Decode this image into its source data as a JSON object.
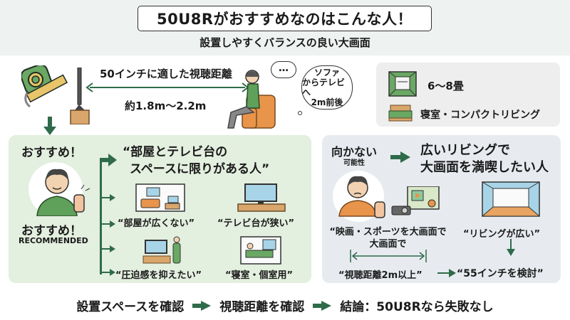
{
  "header": {
    "title": "50U8Rがおすすめなのはこんな人！",
    "subtitle": "設置しやすくバランスの良い大画面"
  },
  "top_section": {
    "distance_label": "50インチに適した視聴距離",
    "distance_value": "約1.8m〜2.2m",
    "speech_bubble": "…",
    "thought_bubble": [
      "ソファ",
      "からテレビへ",
      "2m前後"
    ],
    "icons": [
      "tape-measure-icon",
      "tv-on-stand-icon",
      "person-on-sofa-icon"
    ]
  },
  "info_box": {
    "room_size": "6〜8畳",
    "room_type": "寝室・コンパクトリビング"
  },
  "recommended_panel": {
    "label_top": "おすすめ！",
    "label_bottom": "おすすめ！",
    "label_en": "RECOMMENDED",
    "main_heading": [
      "“部屋とテレビ台の",
      "スペースに限りがある人”"
    ],
    "items": [
      {
        "label": "“部屋が広くない”",
        "icon": "small-room-icon"
      },
      {
        "label": "“テレビ台が狭い”",
        "icon": "narrow-tv-stand-icon"
      },
      {
        "label": "“圧迫感を抑えたい”",
        "icon": "tv-and-person-icon"
      },
      {
        "label": "“寝室・個室用”",
        "icon": "bedroom-icon"
      }
    ]
  },
  "not_recommended_panel": {
    "label": "向かない",
    "sub_label": "可能性",
    "main_heading": [
      "広いリビングで",
      "大画面を満喫したい人"
    ],
    "items": [
      {
        "label": "“映画・スポーツを大画面で",
        "label_line2": "大画面で",
        "icon": "projector-screen-icon"
      },
      {
        "label": "“リビングが広い”",
        "icon": "large-room-icon"
      }
    ],
    "distance_note": "“視聴距離2m以上”",
    "suggestion": "“55インチを検討”"
  },
  "flow": {
    "steps": [
      "設置スペースを確認",
      "視聴距離を確認",
      "結論：50U8Rなら失敗なし"
    ]
  },
  "colors": {
    "accent_green": "#2f6b4a",
    "panel_green": "#e3efdf",
    "panel_gray_blue": "#e7ebf0",
    "header_bg": "#eef2f1",
    "shirt_green": "#5fa05a",
    "orange": "#e8944a",
    "wood": "#d9a66b"
  }
}
